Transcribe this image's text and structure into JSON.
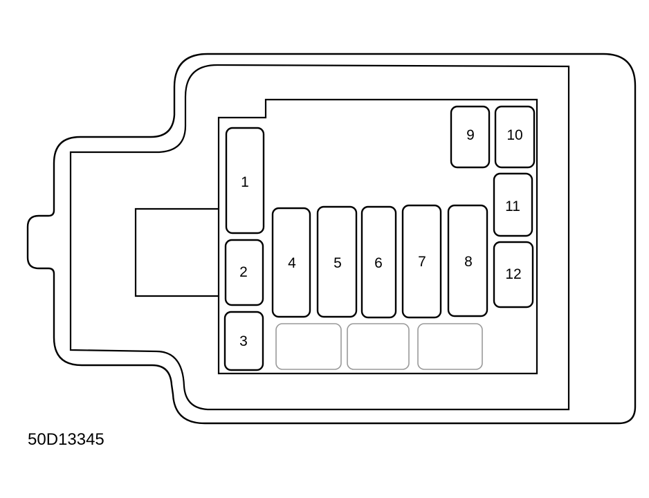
{
  "diagram_code": "50D13345",
  "fuses": [
    {
      "number": "1"
    },
    {
      "number": "2"
    },
    {
      "number": "3"
    },
    {
      "number": "4"
    },
    {
      "number": "5"
    },
    {
      "number": "6"
    },
    {
      "number": "7"
    },
    {
      "number": "8"
    },
    {
      "number": "9"
    },
    {
      "number": "10"
    },
    {
      "number": "11"
    },
    {
      "number": "12"
    }
  ],
  "colors": {
    "line": "#000000",
    "spare_slot": "#999999",
    "background": "#ffffff"
  }
}
